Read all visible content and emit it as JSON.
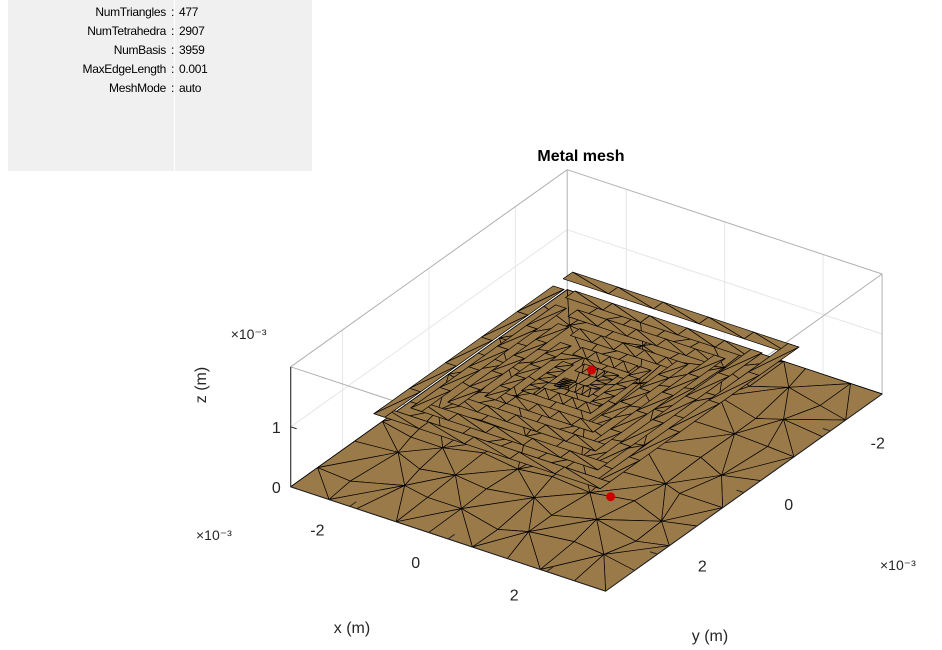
{
  "info_panel": {
    "rows": [
      {
        "label": "NumTriangles",
        "value": "477"
      },
      {
        "label": "NumTetrahedra",
        "value": "2907"
      },
      {
        "label": "NumBasis",
        "value": "3959"
      },
      {
        "label": "MaxEdgeLength",
        "value": "0.001"
      },
      {
        "label": "MeshMode",
        "value": "auto"
      }
    ],
    "separator": ":"
  },
  "chart_data": {
    "type": "mesh3d",
    "title": "Metal mesh",
    "xlabel": "x (m)",
    "ylabel": "y (m)",
    "zlabel": "z (m)",
    "x_exponent": "×10⁻³",
    "y_exponent": "×10⁻³",
    "z_exponent": "×10⁻³",
    "x_ticks": [
      -2,
      0,
      2
    ],
    "y_ticks": [
      -2,
      0,
      2
    ],
    "z_ticks": [
      0,
      1
    ],
    "x_tick_labels": [
      "-2",
      "0",
      "2"
    ],
    "y_tick_labels": [
      "-2",
      "0",
      "2"
    ],
    "z_tick_labels": [
      "0",
      "1"
    ],
    "xlim": [
      -3.2,
      3.2
    ],
    "ylim": [
      -3.2,
      3.2
    ],
    "zlim": [
      0,
      2
    ],
    "grid": true,
    "colors": {
      "metal": "#9b7a4a",
      "edge": "#000000",
      "feed": "#cc0000",
      "axis": "#262626",
      "grid": "#e6e6e6"
    },
    "ground_plane": {
      "x": [
        -3.2,
        3.2
      ],
      "y": [
        -3.2,
        3.2
      ],
      "z": 0
    },
    "spiral_turns": [
      {
        "half_size": 2.3,
        "z": 1
      },
      {
        "half_size": 1.9,
        "z": 1
      },
      {
        "half_size": 1.5,
        "z": 1
      },
      {
        "half_size": 1.1,
        "z": 1
      },
      {
        "half_size": 0.7,
        "z": 1
      },
      {
        "half_size": 0.35,
        "z": 1
      }
    ],
    "feed_points": [
      {
        "x": 2.6,
        "y": 2.4,
        "z": 1
      },
      {
        "x": -1.3,
        "y": -1.6,
        "z": 0
      }
    ]
  }
}
